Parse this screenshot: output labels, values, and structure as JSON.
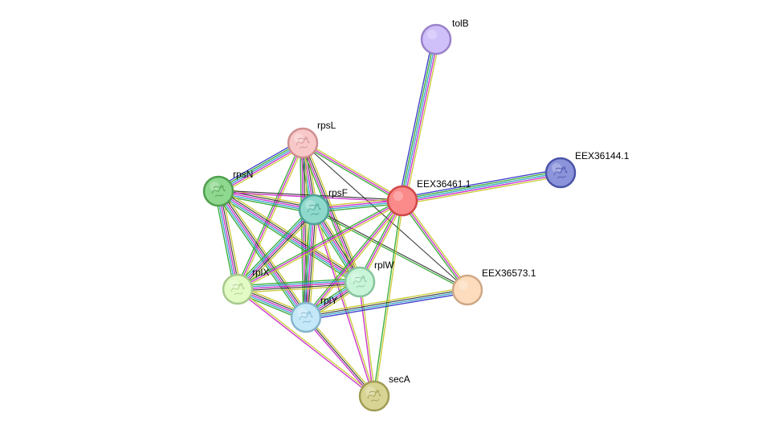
{
  "network": {
    "nodes": [
      {
        "id": "tolB",
        "label": "tolB",
        "fill": "#cfc0fa",
        "stroke": "#9a82c9",
        "icon": "none"
      },
      {
        "id": "EEX36144.1",
        "label": "EEX36144.1",
        "fill": "#8b93db",
        "stroke": "#4a55a8",
        "icon": "protein-structure-icon"
      },
      {
        "id": "rpsL",
        "label": "rpsL",
        "fill": "#f8c8c8",
        "stroke": "#cf8f8f",
        "icon": "protein-structure-icon"
      },
      {
        "id": "rpsN",
        "label": "rpsN",
        "fill": "#8fd88f",
        "stroke": "#4f9f4f",
        "icon": "protein-structure-icon"
      },
      {
        "id": "rpsF",
        "label": "rpsF",
        "fill": "#8fd8cc",
        "stroke": "#4fa398",
        "icon": "protein-structure-icon"
      },
      {
        "id": "EEX36461.1",
        "label": "EEX36461.1",
        "fill": "#fb8a8a",
        "stroke": "#d04848",
        "icon": "none"
      },
      {
        "id": "rplW",
        "label": "rplW",
        "fill": "#c8f4d8",
        "stroke": "#86c49c",
        "icon": "protein-structure-icon"
      },
      {
        "id": "rplX",
        "label": "rplX",
        "fill": "#e2fac4",
        "stroke": "#a7c98c",
        "icon": "protein-structure-icon"
      },
      {
        "id": "EEX36573.1",
        "label": "EEX36573.1",
        "fill": "#fcdcbc",
        "stroke": "#cfa886",
        "icon": "none"
      },
      {
        "id": "rplY",
        "label": "rplY",
        "fill": "#c4e8f8",
        "stroke": "#84b4cc",
        "icon": "protein-structure-icon"
      },
      {
        "id": "secA",
        "label": "secA",
        "fill": "#d8d494",
        "stroke": "#a09c54",
        "icon": "protein-structure-icon"
      }
    ],
    "edge_colors": {
      "textmining": "#c7c72b",
      "coexpression": "#222222",
      "experiments": "#c722c7",
      "databases": "#2a9fc7",
      "neighborhood": "#2ba62b",
      "cooccurrence": "#2b2bc7"
    },
    "edges": [
      {
        "source": "tolB",
        "target": "EEX36461.1",
        "types": [
          "textmining",
          "experiments",
          "databases",
          "cooccurrence",
          "neighborhood"
        ]
      },
      {
        "source": "EEX36144.1",
        "target": "EEX36461.1",
        "types": [
          "textmining",
          "experiments",
          "databases",
          "cooccurrence",
          "neighborhood"
        ]
      },
      {
        "source": "rpsL",
        "target": "rpsN",
        "types": [
          "textmining",
          "experiments",
          "databases",
          "cooccurrence",
          "neighborhood"
        ]
      },
      {
        "source": "rpsL",
        "target": "rpsF",
        "types": [
          "textmining",
          "coexpression",
          "experiments",
          "databases",
          "neighborhood"
        ]
      },
      {
        "source": "rpsL",
        "target": "EEX36461.1",
        "types": [
          "textmining",
          "experiments",
          "neighborhood"
        ]
      },
      {
        "source": "rpsL",
        "target": "rplW",
        "types": [
          "textmining",
          "coexpression",
          "experiments",
          "neighborhood"
        ]
      },
      {
        "source": "rpsL",
        "target": "rplX",
        "types": [
          "textmining",
          "experiments",
          "neighborhood"
        ]
      },
      {
        "source": "rpsL",
        "target": "rplY",
        "types": [
          "textmining",
          "coexpression",
          "experiments",
          "neighborhood"
        ]
      },
      {
        "source": "rpsL",
        "target": "EEX36573.1",
        "types": [
          "coexpression"
        ]
      },
      {
        "source": "rpsN",
        "target": "rpsF",
        "types": [
          "textmining",
          "coexpression",
          "experiments",
          "databases",
          "neighborhood"
        ]
      },
      {
        "source": "rpsN",
        "target": "EEX36461.1",
        "types": [
          "coexpression",
          "experiments"
        ]
      },
      {
        "source": "rpsN",
        "target": "rplW",
        "types": [
          "textmining",
          "coexpression",
          "experiments",
          "databases",
          "neighborhood"
        ]
      },
      {
        "source": "rpsN",
        "target": "rplX",
        "types": [
          "textmining",
          "coexpression",
          "experiments",
          "databases",
          "neighborhood"
        ]
      },
      {
        "source": "rpsN",
        "target": "rplY",
        "types": [
          "textmining",
          "coexpression",
          "experiments",
          "databases",
          "neighborhood"
        ]
      },
      {
        "source": "rpsF",
        "target": "EEX36461.1",
        "types": [
          "textmining",
          "experiments",
          "databases",
          "neighborhood"
        ]
      },
      {
        "source": "rpsF",
        "target": "rplW",
        "types": [
          "textmining",
          "coexpression",
          "experiments",
          "databases",
          "neighborhood"
        ]
      },
      {
        "source": "rpsF",
        "target": "rplX",
        "types": [
          "textmining",
          "coexpression",
          "experiments",
          "databases",
          "neighborhood"
        ]
      },
      {
        "source": "rpsF",
        "target": "rplY",
        "types": [
          "textmining",
          "coexpression",
          "experiments",
          "databases",
          "neighborhood"
        ]
      },
      {
        "source": "rpsF",
        "target": "EEX36573.1",
        "types": [
          "coexpression",
          "neighborhood"
        ]
      },
      {
        "source": "rpsF",
        "target": "secA",
        "types": [
          "textmining",
          "experiments"
        ]
      },
      {
        "source": "EEX36461.1",
        "target": "rplW",
        "types": [
          "textmining",
          "experiments",
          "neighborhood"
        ]
      },
      {
        "source": "EEX36461.1",
        "target": "rplX",
        "types": [
          "textmining",
          "experiments",
          "neighborhood"
        ]
      },
      {
        "source": "EEX36461.1",
        "target": "rplY",
        "types": [
          "textmining",
          "experiments",
          "neighborhood"
        ]
      },
      {
        "source": "EEX36461.1",
        "target": "EEX36573.1",
        "types": [
          "textmining",
          "experiments",
          "neighborhood"
        ]
      },
      {
        "source": "EEX36461.1",
        "target": "secA",
        "types": [
          "textmining",
          "neighborhood"
        ]
      },
      {
        "source": "rplW",
        "target": "rplX",
        "types": [
          "textmining",
          "coexpression",
          "experiments",
          "databases",
          "neighborhood"
        ]
      },
      {
        "source": "rplW",
        "target": "rplY",
        "types": [
          "textmining",
          "coexpression",
          "experiments",
          "databases",
          "neighborhood"
        ]
      },
      {
        "source": "rplW",
        "target": "secA",
        "types": [
          "textmining",
          "experiments"
        ]
      },
      {
        "source": "rplX",
        "target": "rplY",
        "types": [
          "textmining",
          "coexpression",
          "experiments",
          "databases",
          "neighborhood"
        ]
      },
      {
        "source": "rplX",
        "target": "secA",
        "types": [
          "textmining",
          "experiments"
        ]
      },
      {
        "source": "rplY",
        "target": "EEX36573.1",
        "types": [
          "textmining",
          "coexpression",
          "databases",
          "cooccurrence"
        ]
      },
      {
        "source": "rplY",
        "target": "secA",
        "types": [
          "textmining",
          "coexpression",
          "experiments"
        ]
      }
    ]
  }
}
